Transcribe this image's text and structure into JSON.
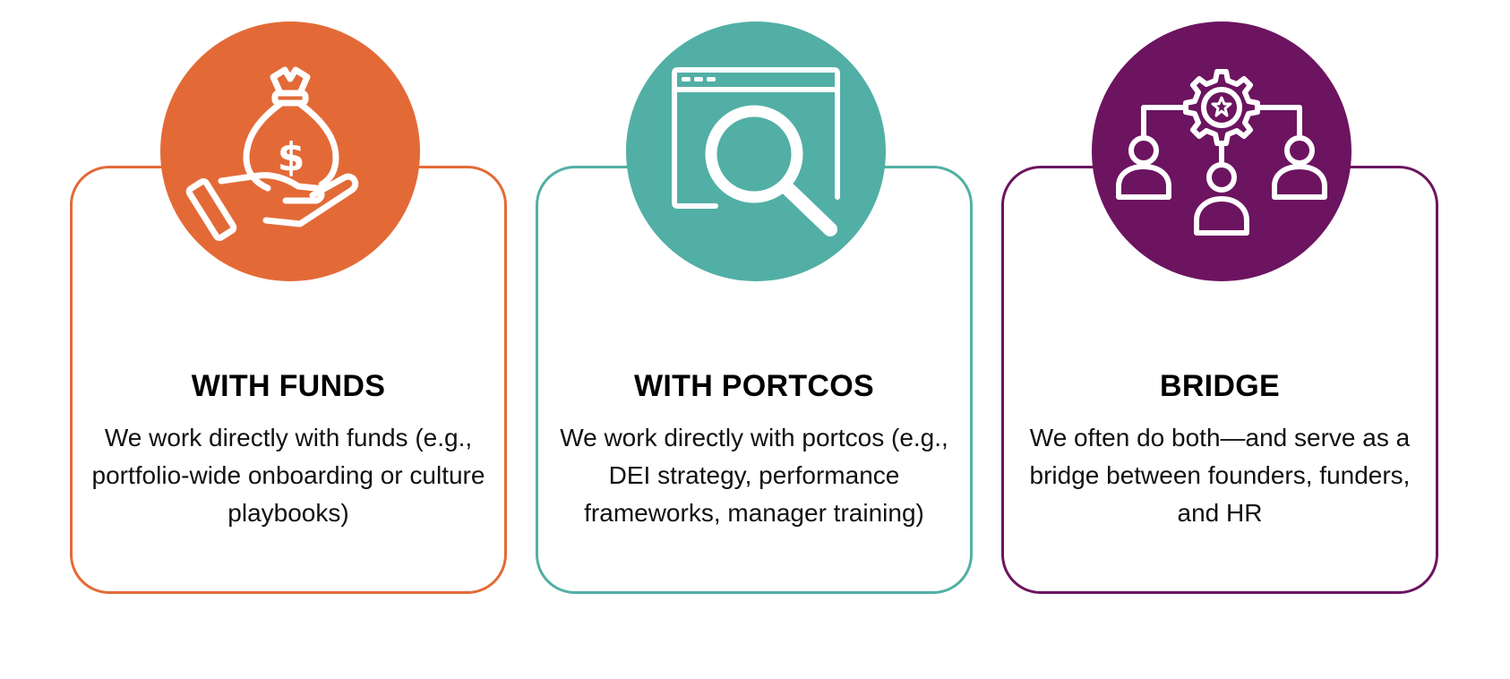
{
  "colors": {
    "funds": "#E36A37",
    "portcos": "#52AFA5",
    "bridge": "#6C1460",
    "icon_stroke": "#ffffff"
  },
  "cards": [
    {
      "title": "WITH FUNDS",
      "text": "We work directly with funds (e.g., portfolio-wide onboarding or culture playbooks)",
      "icon": "hand-money-bag-icon"
    },
    {
      "title": "WITH PORTCOS",
      "text": "We work directly with portcos (e.g., DEI strategy, performance frameworks, manager training)",
      "icon": "browser-magnifier-icon"
    },
    {
      "title": "BRIDGE",
      "text": "We often do both—and serve as a bridge between founders, funders, and HR",
      "icon": "gear-network-people-icon"
    }
  ],
  "icon_glyphs": {
    "dollar": "$"
  }
}
